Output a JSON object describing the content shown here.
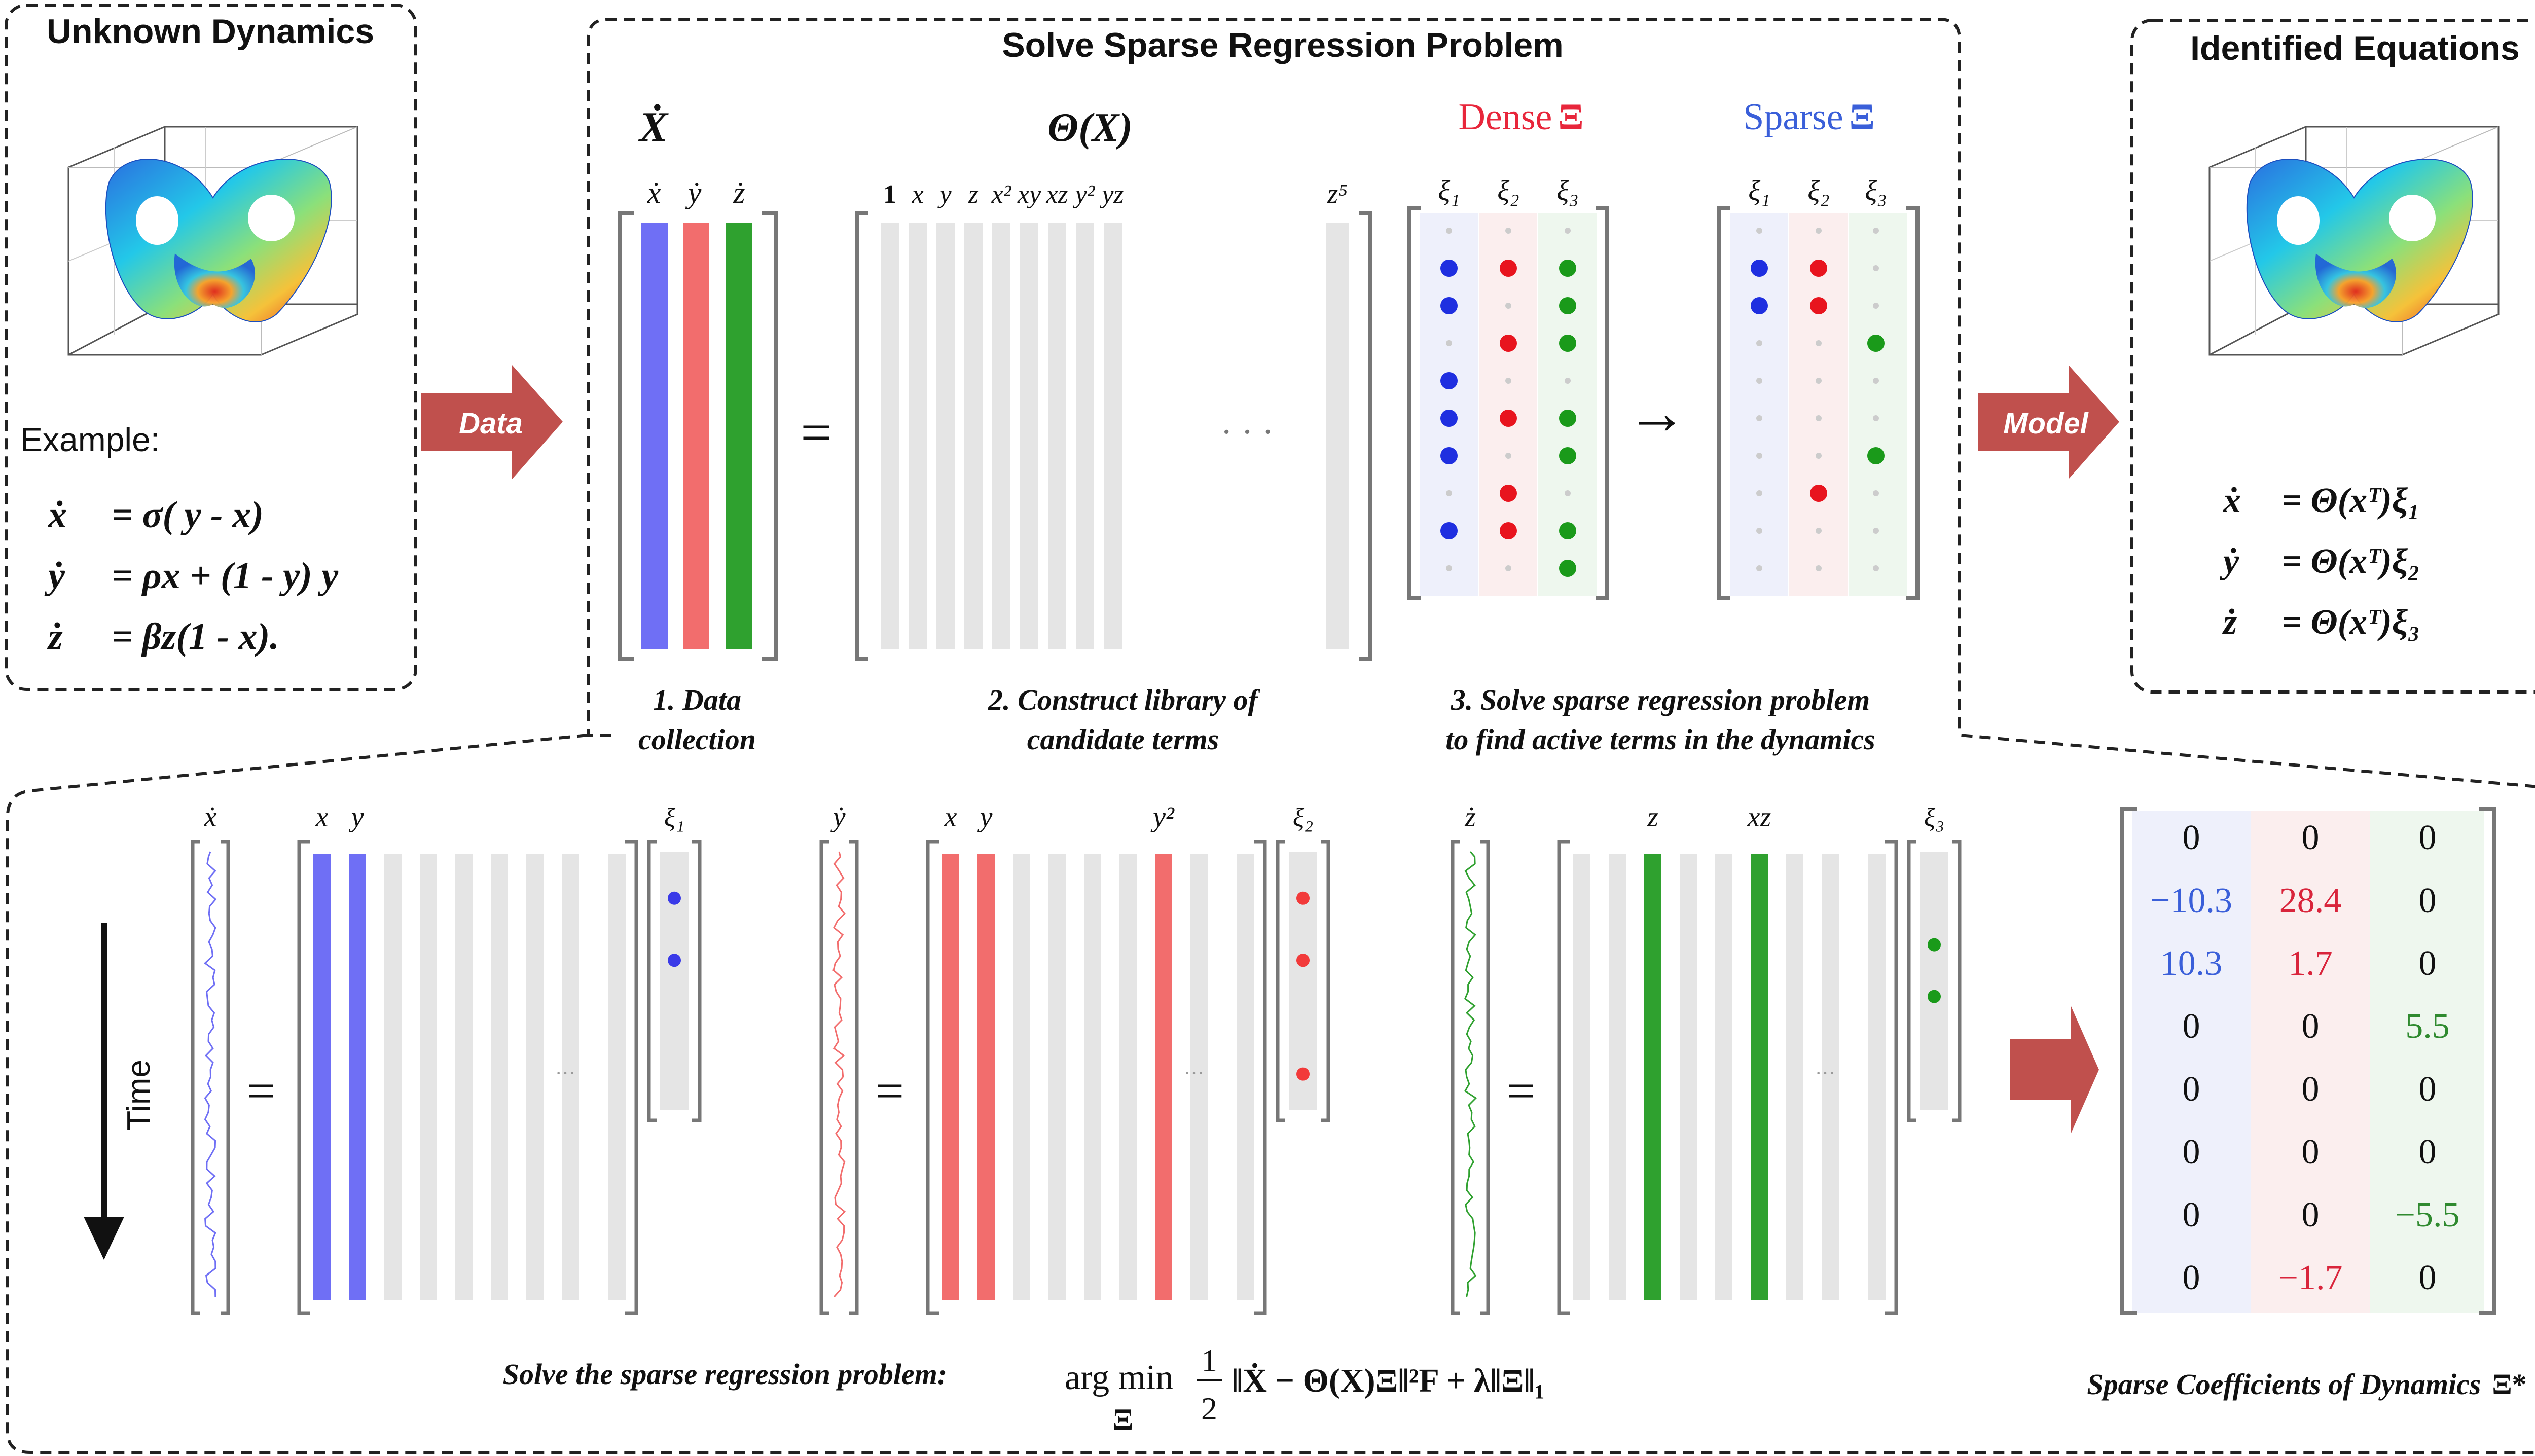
{
  "panels": {
    "unknown": {
      "title": "Unknown Dynamics",
      "example_label": "Example:",
      "equations": [
        {
          "lhs": "ẋ",
          "rhs": "= σ( y - x)"
        },
        {
          "lhs": "ẏ",
          "rhs": "= ρx + (1 - y) y"
        },
        {
          "lhs": "ż",
          "rhs": "= βz(1 - x)."
        }
      ]
    },
    "solve": {
      "title": "Solve Sparse Regression Problem",
      "xdot_header": "Ẋ",
      "xdot_cols": [
        "ẋ",
        "ẏ",
        "ż"
      ],
      "theta_header": "Θ(X)",
      "theta_cols": [
        "1",
        "x",
        "y",
        "z",
        "x²",
        "xy",
        "xz",
        "y²",
        "yz"
      ],
      "theta_last": "z⁵",
      "equals": "=",
      "dots": "· · ·",
      "arrow": "→",
      "dense_label": "Dense",
      "sparse_label": "Sparse",
      "xi_symbol": "Ξ",
      "xi_cols": [
        "ξ₁",
        "ξ₂",
        "ξ₃"
      ],
      "dense_pattern": [
        [
          0,
          0,
          0
        ],
        [
          1,
          1,
          1
        ],
        [
          1,
          0,
          1
        ],
        [
          0,
          1,
          1
        ],
        [
          1,
          0,
          0
        ],
        [
          1,
          1,
          1
        ],
        [
          1,
          0,
          1
        ],
        [
          0,
          1,
          0
        ],
        [
          1,
          1,
          1
        ],
        [
          0,
          0,
          1
        ]
      ],
      "sparse_pattern": [
        [
          0,
          0,
          0
        ],
        [
          1,
          1,
          0
        ],
        [
          1,
          1,
          0
        ],
        [
          0,
          0,
          1
        ],
        [
          0,
          0,
          0
        ],
        [
          0,
          0,
          0
        ],
        [
          0,
          0,
          1
        ],
        [
          0,
          1,
          0
        ],
        [
          0,
          0,
          0
        ],
        [
          0,
          0,
          0
        ]
      ],
      "step1_line1": "1. Data",
      "step1_line2": "collection",
      "step2_line1": "2. Construct library of",
      "step2_line2": "candidate terms",
      "step3_line1": "3. Solve sparse regression problem",
      "step3_line2": "to find active terms in the dynamics"
    },
    "identified": {
      "title": "Identified Equations",
      "equations": [
        {
          "lhs": "ẋ",
          "rhs": "= Θ(xᵀ)ξ₁"
        },
        {
          "lhs": "ẏ",
          "rhs": "= Θ(xᵀ)ξ₂"
        },
        {
          "lhs": "ż",
          "rhs": "= Θ(xᵀ)ξ₃"
        }
      ]
    }
  },
  "arrows": {
    "data": "Data",
    "model": "Model"
  },
  "bottom": {
    "time_label": "Time",
    "groups": [
      {
        "lhs": "ẋ",
        "terms": [
          "x",
          "y"
        ],
        "active": [
          1,
          2
        ],
        "xi": "ξ₁",
        "color": "#6f6ff5",
        "xi_dots": [
          0.18,
          0.42
        ]
      },
      {
        "lhs": "ẏ",
        "terms": [
          "x",
          "y",
          "y²"
        ],
        "active": [
          1,
          2,
          7
        ],
        "xi": "ξ₂",
        "color": "#f26d6d",
        "xi_dots": [
          0.18,
          0.42,
          0.86
        ]
      },
      {
        "lhs": "ż",
        "terms": [
          "z",
          "xz"
        ],
        "active": [
          3,
          6
        ],
        "xi": "ξ₃",
        "color": "#2fa12f",
        "xi_dots": [
          0.36,
          0.56
        ]
      }
    ],
    "equals": "=",
    "dots": "···",
    "solve_text": "Solve the sparse regression problem:",
    "argmin": "arg min",
    "argmin_sub": "Ξ",
    "half_num": "1",
    "half_den": "2",
    "objective": "‖Ẋ − Θ(X)Ξ‖²F + λ‖Ξ‖₁",
    "matrix": [
      [
        "0",
        "0",
        "0"
      ],
      [
        "−10.3",
        "28.4",
        "0"
      ],
      [
        "10.3",
        "1.7",
        "0"
      ],
      [
        "0",
        "0",
        "5.5"
      ],
      [
        "0",
        "0",
        "0"
      ],
      [
        "0",
        "0",
        "0"
      ],
      [
        "0",
        "0",
        "−5.5"
      ],
      [
        "0",
        "−1.7",
        "0"
      ]
    ],
    "matrix_caption": "Sparse Coefficients of Dynamics",
    "matrix_symbol": "Ξ*"
  },
  "colors": {
    "blue": "#6f6ff5",
    "red": "#f26d6d",
    "green": "#2fa12f",
    "gray_column": "#e5e5e5",
    "arrow": "#c0504d",
    "dense_title": "#e8263b",
    "sparse_title": "#3a5fd9",
    "matrix_blue": "#3a5fd9",
    "matrix_red": "#d9243b",
    "matrix_green": "#2f8a2f"
  }
}
